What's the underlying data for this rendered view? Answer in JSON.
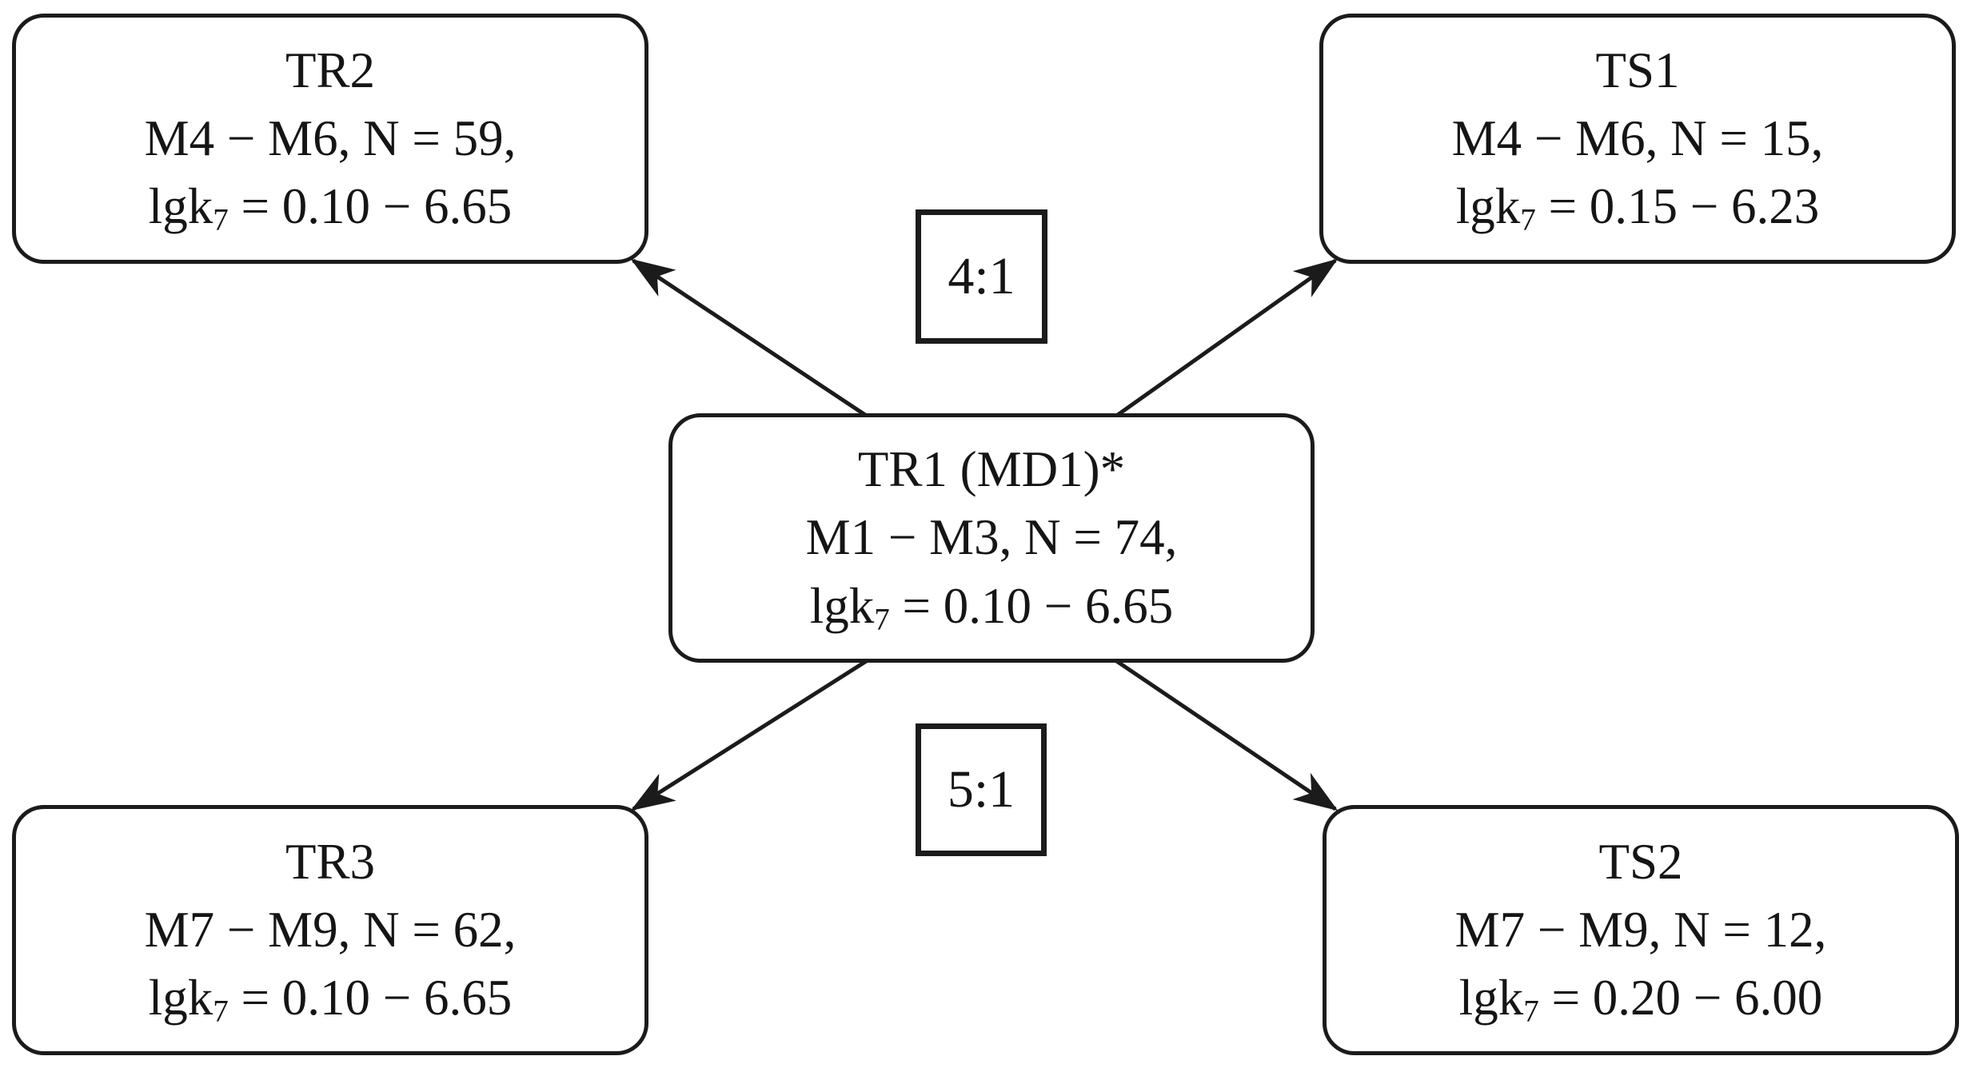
{
  "figure": {
    "background_color": "#ffffff",
    "line_color": "#1b1b1b",
    "description": "Dataset split diagram: parent training set TR1 divided into training/test subsets at given ratios"
  },
  "nodes": [
    {
      "id": "TR2",
      "position": "top-left",
      "title": "TR2",
      "members": "M4 − M6, N = 59,",
      "k": {
        "base": "lgk",
        "sub": "7",
        "rest": " = 0.10 − 6.65"
      }
    },
    {
      "id": "TS1",
      "position": "top-right",
      "title": "TS1",
      "members": "M4 − M6, N = 15,",
      "k": {
        "base": "lgk",
        "sub": "7",
        "rest": " = 0.15 − 6.23"
      }
    },
    {
      "id": "TR1",
      "position": "center",
      "title": "TR1 (MD1)*",
      "members": "M1 − M3, N = 74,",
      "k": {
        "base": "lgk",
        "sub": "7",
        "rest": " = 0.10 − 6.65"
      }
    },
    {
      "id": "TR3",
      "position": "bottom-left",
      "title": "TR3",
      "members": "M7 − M9, N = 62,",
      "k": {
        "base": "lgk",
        "sub": "7",
        "rest": " = 0.10 − 6.65"
      }
    },
    {
      "id": "TS2",
      "position": "bottom-right",
      "title": "TS2",
      "members": "M7 − M9, N = 12,",
      "k": {
        "base": "lgk",
        "sub": "7",
        "rest": " = 0.20 − 6.00"
      }
    }
  ],
  "ratios": [
    {
      "label": "4:1",
      "position": "top",
      "applies_to": "TR1 → TR2 / TS1"
    },
    {
      "label": "5:1",
      "position": "bottom",
      "applies_to": "TR1 → TR3 / TS2"
    }
  ],
  "edges": [
    {
      "from": "TR1",
      "to": "TR2"
    },
    {
      "from": "TR1",
      "to": "TS1"
    },
    {
      "from": "TR1",
      "to": "TR3"
    },
    {
      "from": "TR1",
      "to": "TS2"
    }
  ]
}
